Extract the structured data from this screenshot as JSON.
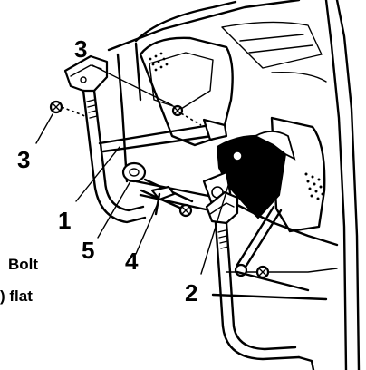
{
  "callouts": {
    "c1": "1",
    "c2": "2",
    "c3_top": "3",
    "c3_left": "3",
    "c4": "4",
    "c5": "5"
  },
  "edge_text": {
    "line1": "Bolt",
    "line2": ")  flat"
  }
}
